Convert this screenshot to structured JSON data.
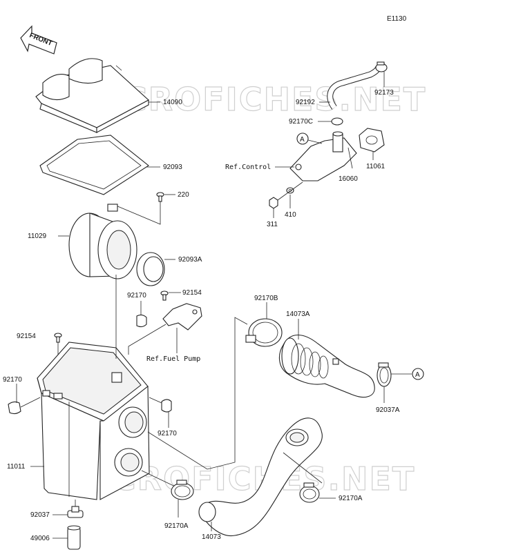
{
  "diagram_code": "E1130",
  "front_arrow_label": "FRONT",
  "watermark_text": "MICROFICHES.NET",
  "callout_letter": "A",
  "parts": {
    "p14090": "14090",
    "p92093": "92093",
    "p220": "220",
    "p11029": "11029",
    "p92093A": "92093A",
    "p92170_top": "92170",
    "p92154_top": "92154",
    "p_ref_fuel_pump": "Ref.Fuel Pump",
    "p92154_left": "92154",
    "p92170_left": "92170",
    "p11011": "11011",
    "p92170_mid": "92170",
    "p92037": "92037",
    "p49006": "49006",
    "p92170A_bottom": "92170A",
    "p14073": "14073",
    "p92170A_right": "92170A",
    "p92170B": "92170B",
    "p14073A": "14073A",
    "p92037A": "92037A",
    "p92192": "92192",
    "p92173": "92173",
    "p92170C": "92170C",
    "p11061": "11061",
    "p_ref_control": "Ref.Control",
    "p16060": "16060",
    "p311": "311",
    "p410": "410"
  }
}
